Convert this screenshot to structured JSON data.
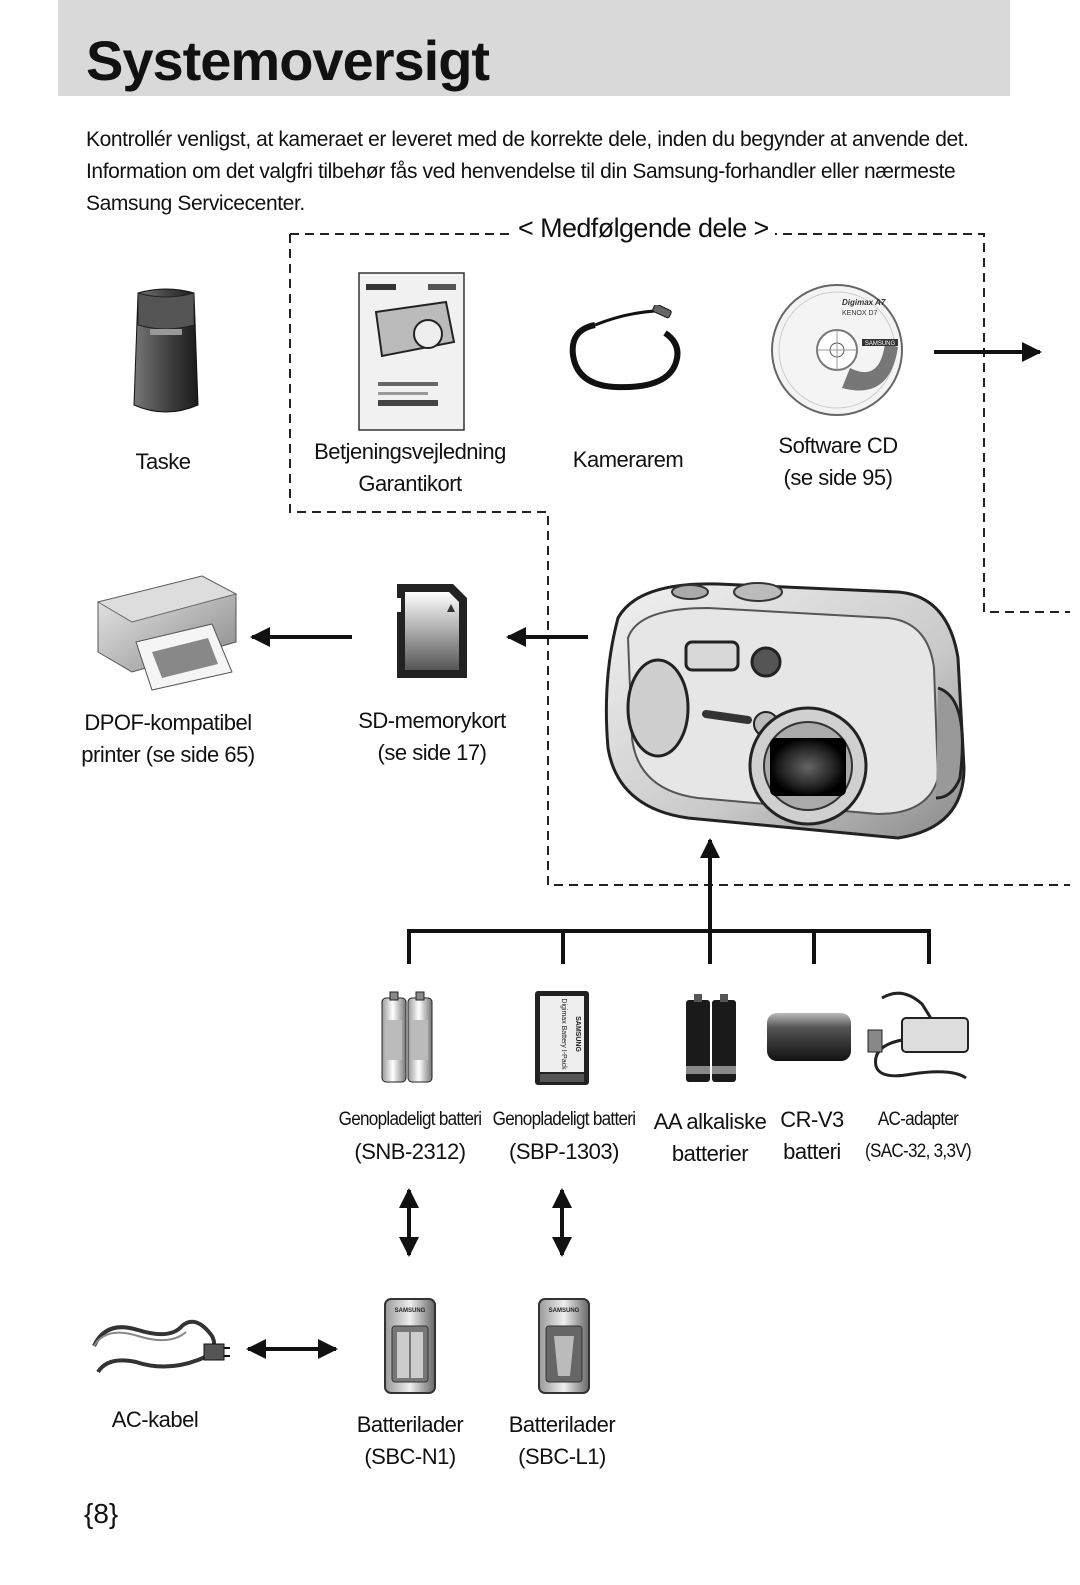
{
  "header": {
    "title": "Systemoversigt",
    "band_color": "#d9d9d9"
  },
  "intro": {
    "text": "Kontrollér venligst, at kameraet er leveret med de korrekte dele, inden du begynder at anvende det. Information om det valgfri tilbehør fås ved henvendelse til din Samsung-forhandler eller nærmeste Samsung Servicecenter."
  },
  "included": {
    "title": "< Medfølgende dele >",
    "items": [
      {
        "line1": "Taske",
        "icon": "case-icon"
      },
      {
        "line1": "Betjeningsvejledning",
        "line2": "Garantikort",
        "icon": "manual-icon"
      },
      {
        "line1": "Kamerarem",
        "icon": "strap-icon"
      },
      {
        "line1": "Software CD",
        "line2": "(se side 95)",
        "icon": "cd-icon",
        "cd_brand": "SAMSUNG",
        "cd_text1": "Digimax A7",
        "cd_text2": "KENOX D7"
      }
    ]
  },
  "peripherals": {
    "printer": {
      "line1": "DPOF-kompatibel",
      "line2": "printer (se side 65)",
      "icon": "printer-icon"
    },
    "memory": {
      "line1": "SD-memorykort",
      "line2": "(se side 17)",
      "icon": "sd-card-icon"
    }
  },
  "power": {
    "items": [
      {
        "line1": "Genopladeligt batteri",
        "line2": "(SNB-2312)",
        "icon": "aa-rechargeable-battery-icon"
      },
      {
        "line1": "Genopladeligt batteri",
        "line2": "(SBP-1303)",
        "icon": "battery-pack-icon",
        "pack_brand": "SAMSUNG",
        "pack_text": "Digimax Battery I-Pack"
      },
      {
        "line1": "AA alkaliske",
        "line2": "batterier",
        "icon": "aa-alkaline-battery-icon"
      },
      {
        "line1": "CR-V3",
        "line2": "batteri",
        "icon": "cr-v3-battery-icon"
      },
      {
        "line1": "AC-adapter",
        "line2": "(SAC-32, 3,3V)",
        "icon": "ac-adapter-icon"
      }
    ]
  },
  "chargers": {
    "items": [
      {
        "line1": "Batterilader",
        "line2": "(SBC-N1)",
        "icon": "charger-icon",
        "brand": "SAMSUNG"
      },
      {
        "line1": "Batterilader",
        "line2": "(SBC-L1)",
        "icon": "charger-icon",
        "brand": "SAMSUNG"
      }
    ],
    "ac_cable": {
      "line1": "AC-kabel",
      "icon": "ac-cable-icon"
    }
  },
  "footer": {
    "page_number": "{8}"
  }
}
